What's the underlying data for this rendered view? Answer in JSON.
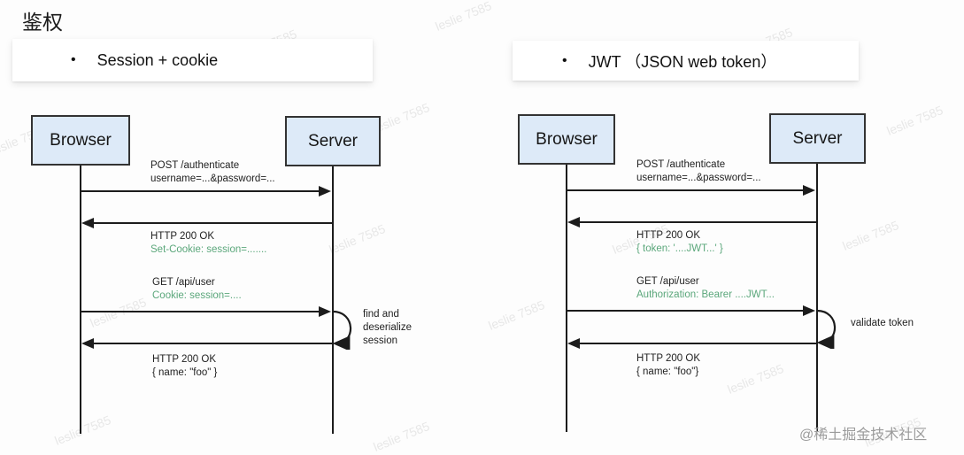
{
  "page": {
    "title": "鉴权",
    "community_watermark": "@稀土掘金技术社区",
    "watermark_text": "leslie 7585"
  },
  "colors": {
    "annotation_green": "#5ba77b",
    "actor_fill": "#ddeaf8",
    "ink": "#1c1c1c"
  },
  "left_panel": {
    "header": {
      "bullet": "•",
      "label": "Session + cookie"
    },
    "actors": {
      "client": "Browser",
      "server": "Server"
    },
    "messages": [
      {
        "line1": "POST /authenticate",
        "line2": "username=...&password=..."
      },
      {
        "line1": "HTTP 200 OK",
        "line2": "Set-Cookie: session=......."
      },
      {
        "line1": "GET /api/user",
        "line2": "Cookie: session=...."
      },
      {
        "line1": "HTTP 200 OK",
        "line2": "{ name: \"foo\" }"
      }
    ],
    "self_action": "find and deserialize session"
  },
  "right_panel": {
    "header": {
      "bullet": "•",
      "label": "JWT （JSON web token）"
    },
    "actors": {
      "client": "Browser",
      "server": "Server"
    },
    "messages": [
      {
        "line1": "POST /authenticate",
        "line2": "username=...&password=..."
      },
      {
        "line1": "HTTP 200 OK",
        "line2": "{ token: '....JWT...' }"
      },
      {
        "line1": "GET /api/user",
        "line2": "Authorization: Bearer ....JWT..."
      },
      {
        "line1": "HTTP 200 OK",
        "line2": "{ name: \"foo\"}"
      }
    ],
    "self_action": "validate token"
  }
}
